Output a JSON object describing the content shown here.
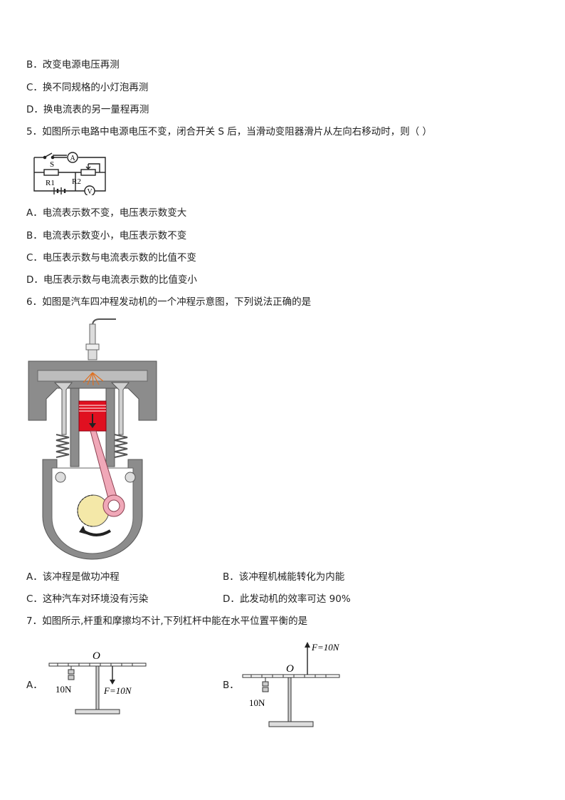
{
  "q4": {
    "option_b": "B．改变电源电压再测",
    "option_c": "C．换不同规格的小灯泡再测",
    "option_d": "D．换电流表的另一量程再测"
  },
  "q5": {
    "stem": "5．如图所示电路中电源电压不变，闭合开关 S 后，当滑动变阻器滑片从左向右移动时，则（ ）",
    "circuit": {
      "switch_label": "S",
      "ammeter_label": "A",
      "voltmeter_label": "V",
      "r1_label": "R1",
      "r2_label": "R2"
    },
    "option_a": "A．电流表示数不变，电压表示数变大",
    "option_b": "B．电流表示数变小，电压表示数不变",
    "option_c": "C．电压表示数与电流表示数的比值不变",
    "option_d": "D．电压表示数与电流表示数的比值变小"
  },
  "q6": {
    "stem": "6．如图是汽车四冲程发动机的一个冲程示意图，下列说法正确的是",
    "option_a": "A．该冲程是做功冲程",
    "option_b": "B．该冲程机械能转化为内能",
    "option_c": "C．这种汽车对环境没有污染",
    "option_d": "D．此发动机的效率可达 90%"
  },
  "q7": {
    "stem": "7．如图所示,杆重和摩擦均不计,下列杠杆中能在水平位置平衡的是",
    "option_a_label": "A．",
    "option_b_label": "B．",
    "fig_a": {
      "pivot": "O",
      "weight": "10N",
      "force": "F=10N"
    },
    "fig_b": {
      "pivot": "O",
      "weight": "10N",
      "force": "F=10N"
    }
  },
  "colors": {
    "piston": "#e01020",
    "crank": "#f4e8a8",
    "rod": "#f0a8b8",
    "engine_body": "#8c8c8c"
  }
}
